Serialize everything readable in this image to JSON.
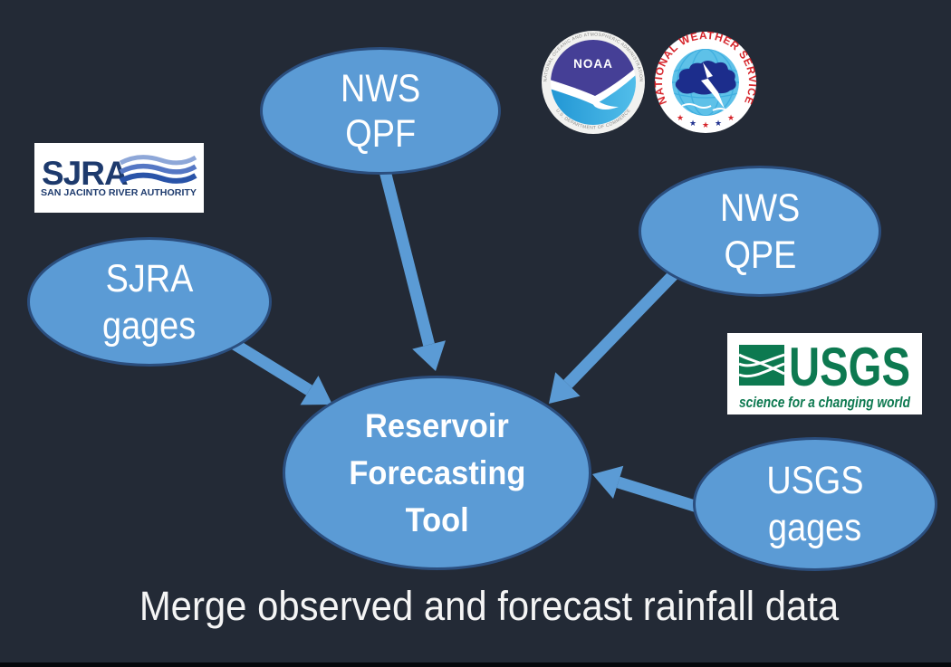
{
  "caption": {
    "text": "Merge observed and forecast rainfall data"
  },
  "colors": {
    "background": "#232a36",
    "node_fill": "#5b9bd5",
    "node_border": "#2b4e7e",
    "arrow": "#5b9bd5",
    "text": "#ffffff",
    "usgs_green": "#0d7950",
    "sjra_navy": "#1d3a6d",
    "nws_red": "#d6252b"
  },
  "nodes": {
    "qpf": {
      "line1": "NWS",
      "line2": "QPF"
    },
    "sjra": {
      "line1": "SJRA",
      "line2": "gages"
    },
    "qpe": {
      "line1": "NWS",
      "line2": "QPE"
    },
    "usgs": {
      "line1": "USGS",
      "line2": "gages"
    },
    "center": {
      "line1": "Reservoir",
      "line2": "Forecasting",
      "line3": "Tool"
    }
  },
  "logos": {
    "sjra": {
      "wordmark": "SJRA",
      "tagline": "SAN JACINTO RIVER AUTHORITY"
    },
    "noaa": {
      "wordmark": "NOAA",
      "ring_text_top": "NATIONAL OCEANIC AND ATMOSPHERIC ADMINISTRATION",
      "ring_text_bottom": "U.S. DEPARTMENT OF COMMERCE"
    },
    "nws": {
      "ring_text": "NATIONAL WEATHER SERVICE"
    },
    "usgs": {
      "wordmark": "USGS",
      "tagline": "science for a changing world"
    }
  }
}
